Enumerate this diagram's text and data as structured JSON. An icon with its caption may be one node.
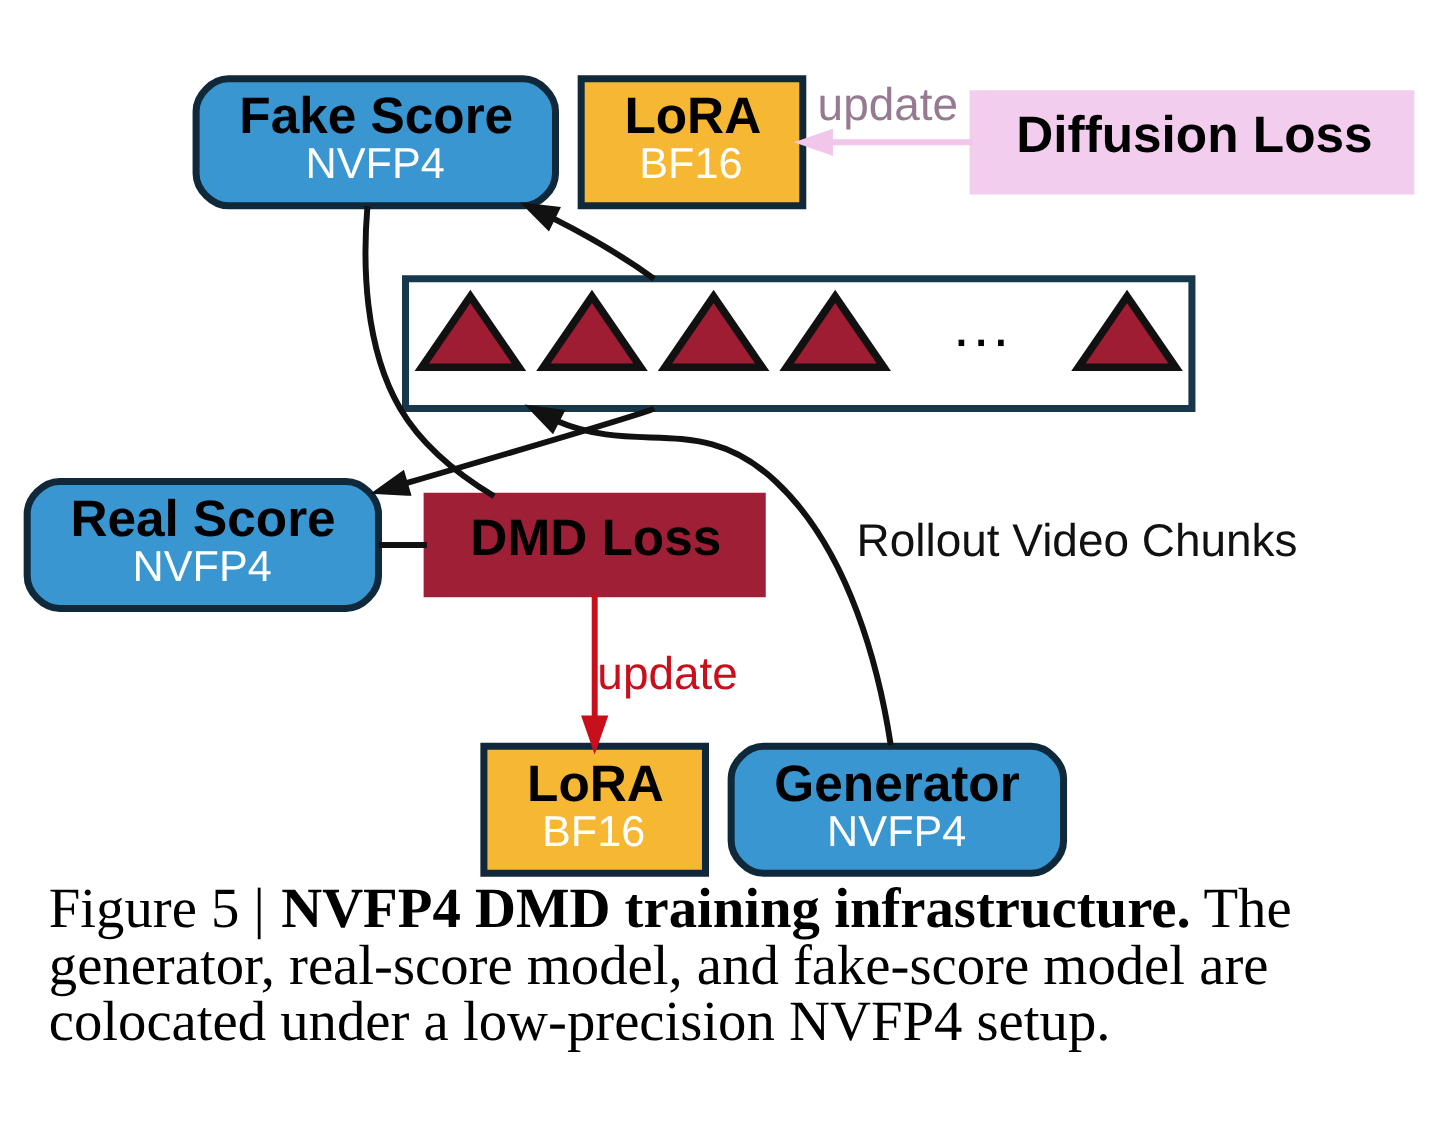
{
  "diagram": {
    "caption": "Figure 5 | **NVFP4 DMD training infrastructure.** The generator, real-score model, and fake-score model are colocated under a low-precision NVFP4 setup.",
    "nodes": [
      {
        "text": [
          "Fake Score",
          "NVFP4"
        ]
      },
      {
        "text": [
          "LoRA",
          "BF16"
        ]
      },
      {
        "text": [
          "Diffusion Loss"
        ]
      },
      {
        "text": [],
        "shape": "box"
      },
      {
        "text": [],
        "shape": "triangle",
        "in": 3
      },
      {
        "text": [],
        "shape": "triangle",
        "in": 3
      },
      {
        "text": [],
        "shape": "triangle",
        "in": 3
      },
      {
        "text": [],
        "shape": "triangle",
        "in": 3
      },
      {
        "text": [],
        "shape": "triangle",
        "in": 3
      },
      {
        "text": [
          "DMD Loss"
        ]
      },
      {
        "text": [
          "Real Score",
          "NVFP4"
        ]
      },
      {
        "text": [
          "Generator",
          "NVFP4"
        ]
      },
      {
        "text": [
          "LoRA",
          "BF16"
        ]
      }
    ],
    "edges": [
      {
        "from": 3,
        "to": 0,
        "arrow": "to"
      },
      {
        "from": 3,
        "to": 10,
        "arrow": "to"
      },
      {
        "from": 11,
        "to": 3,
        "arrow": "to",
        "label": "Rollout Video Chunks"
      },
      {
        "from": 0,
        "to": 9,
        "arrow": "none"
      },
      {
        "from": 10,
        "to": 9,
        "arrow": "none"
      },
      {
        "from": 2,
        "to": 1,
        "arrow": "to",
        "label": "update",
        "color": "#f2c6ea"
      },
      {
        "from": 9,
        "to": 12,
        "arrow": "to",
        "label": "update",
        "color": "#c8101c"
      }
    ],
    "labels": [
      "···"
    ]
  }
}
